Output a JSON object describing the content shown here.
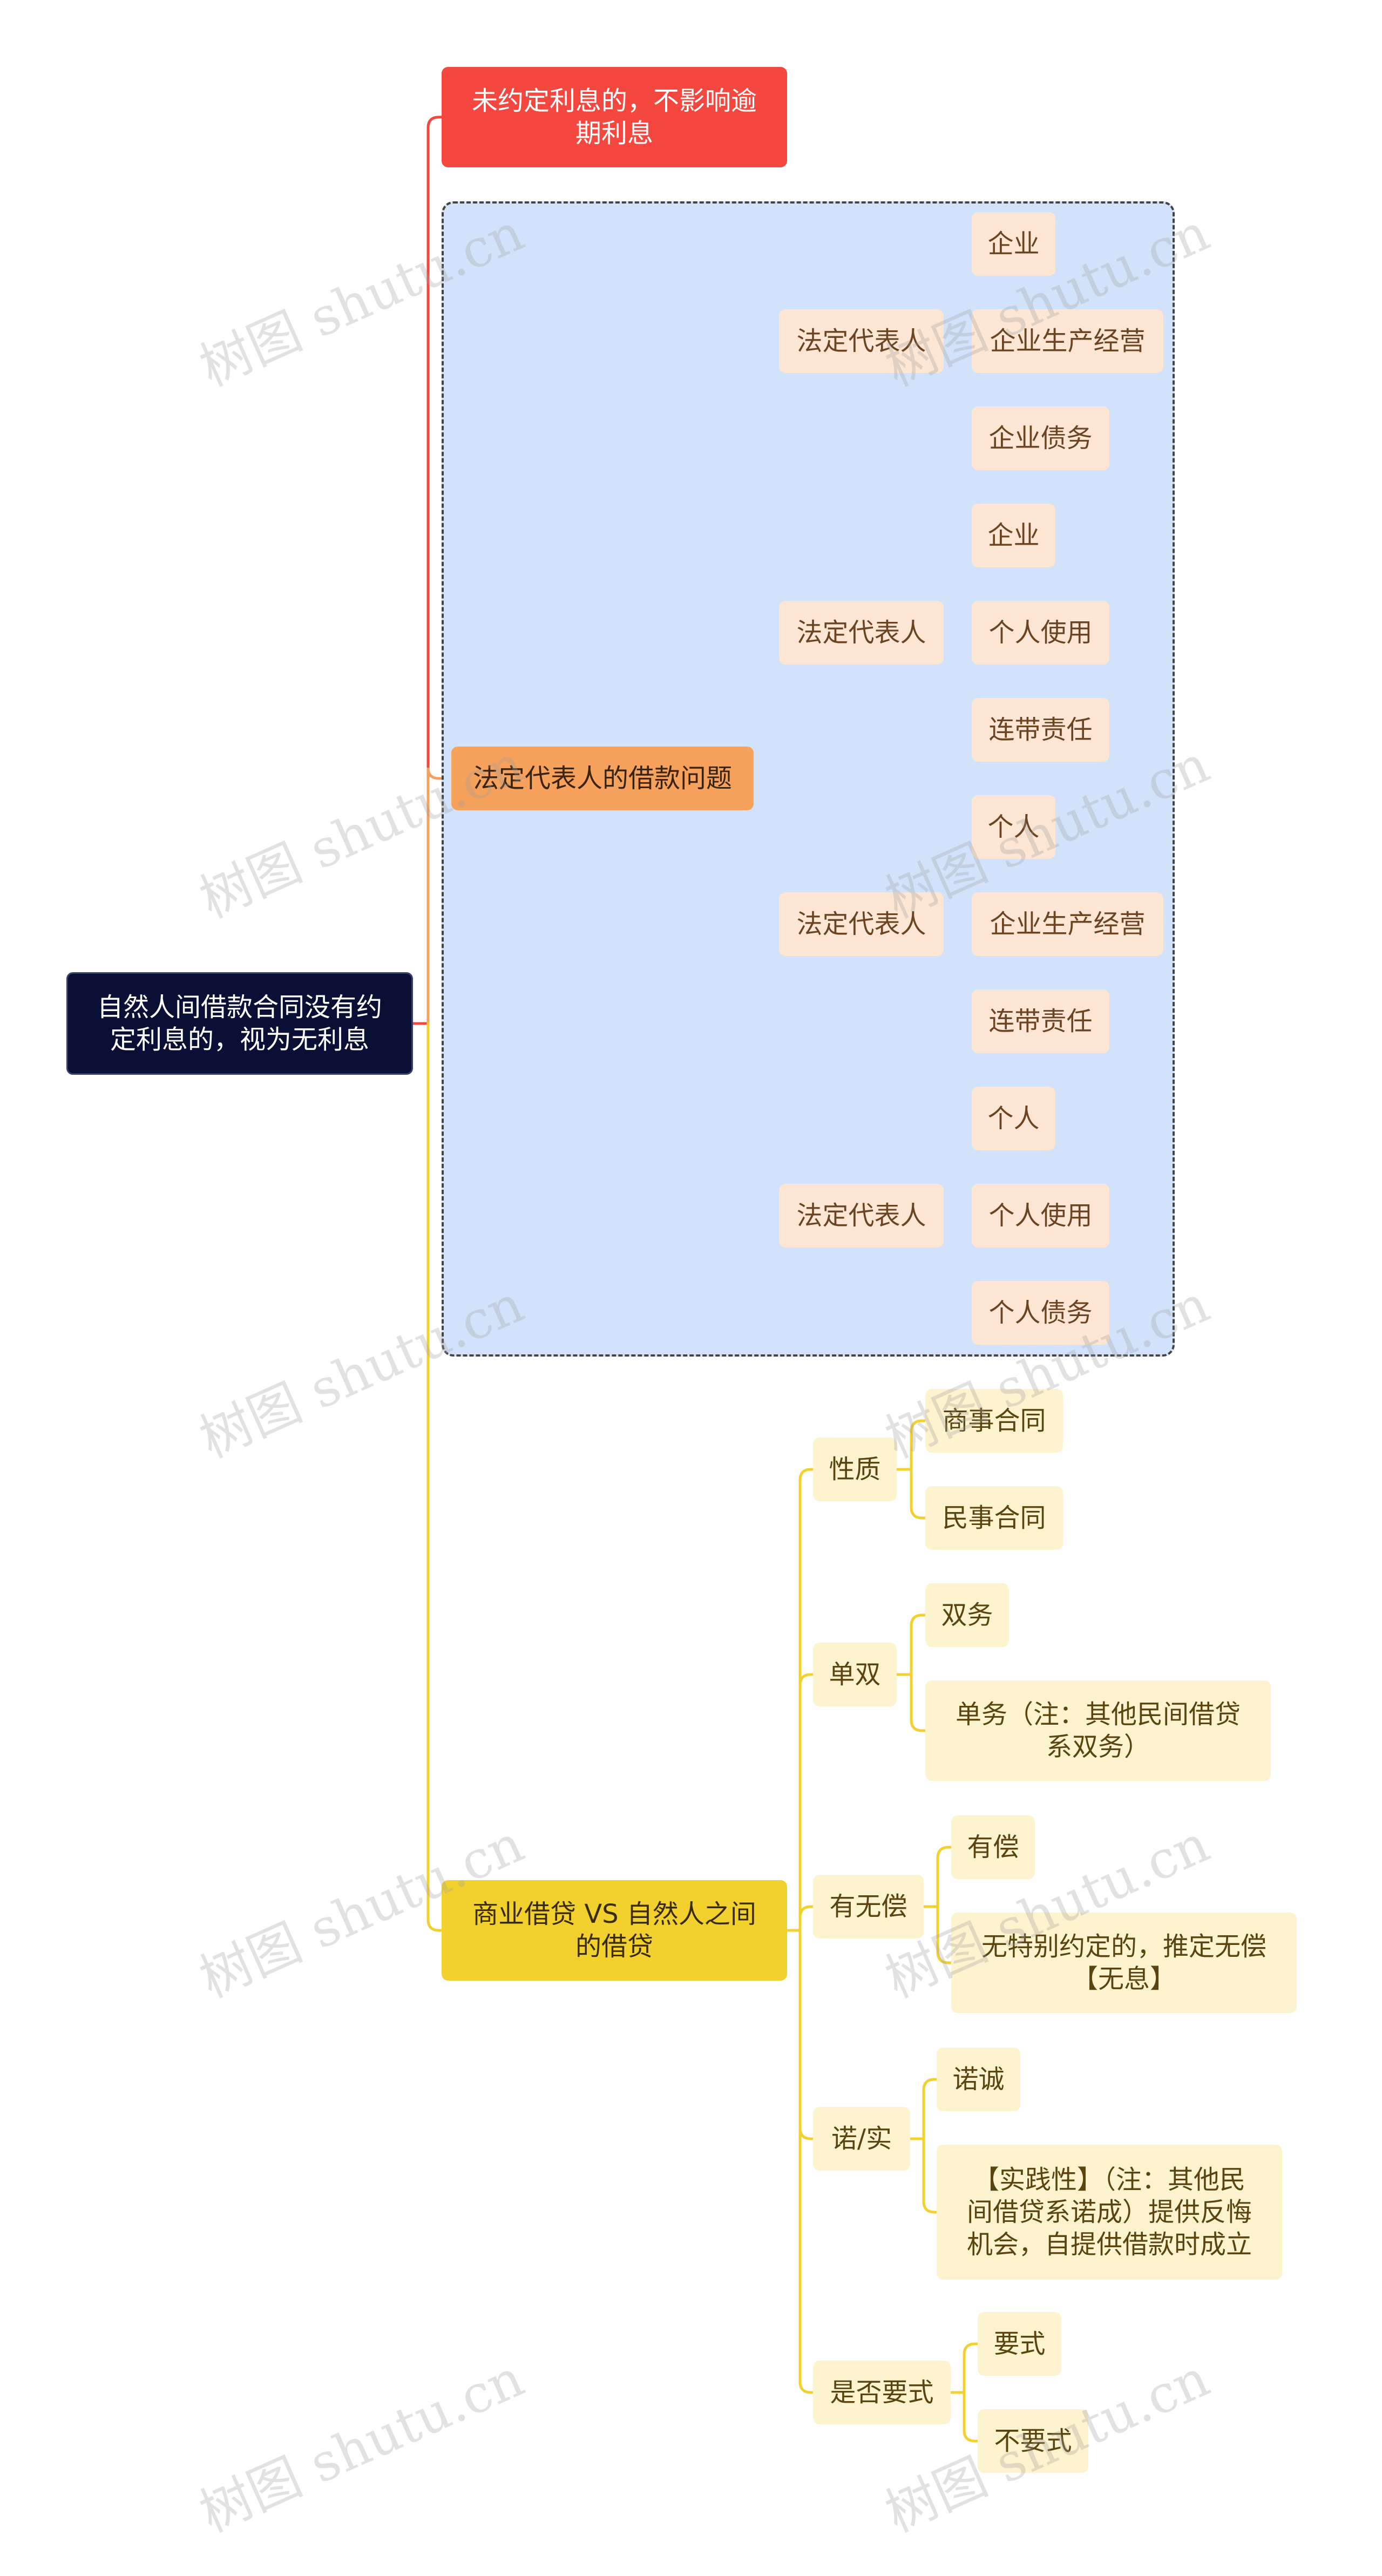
{
  "colors": {
    "root": "#0a0f35",
    "red_branch": "#f4473f",
    "orange_branch": "#f6a15c",
    "peach_leaf": "#fde6d4",
    "yellow_branch": "#f2d12f",
    "cream_leaf": "#fdf3cf",
    "group_background": "#d3e2fb"
  },
  "watermark": "树图 shutu.cn",
  "root": {
    "text": "自然人间借款合同没有约\n定利息的，视为无利息"
  },
  "branch_interest": {
    "text": "未约定利息的，不影响逾\n期利息"
  },
  "branch_legal_rep": {
    "text": "法定代表人的借款问题",
    "groups": [
      {
        "label": "法定代表人",
        "items": [
          "企业",
          "企业生产经营",
          "企业债务"
        ]
      },
      {
        "label": "法定代表人",
        "items": [
          "企业",
          "个人使用",
          "连带责任"
        ]
      },
      {
        "label": "法定代表人",
        "items": [
          "个人",
          "企业生产经营",
          "连带责任"
        ]
      },
      {
        "label": "法定代表人",
        "items": [
          "个人",
          "个人使用",
          "个人债务"
        ]
      }
    ]
  },
  "branch_compare": {
    "text": "商业借贷  VS  自然人之间\n的借贷",
    "groups": [
      {
        "label": "性质",
        "items": [
          "商事合同",
          "民事合同"
        ]
      },
      {
        "label": "单双",
        "items": [
          "双务",
          "单务（注：其他民间借贷\n系双务）"
        ]
      },
      {
        "label": "有无偿",
        "items": [
          "有偿",
          "无特别约定的，推定无偿\n【无息】"
        ]
      },
      {
        "label": "诺/实",
        "items": [
          "诺诚",
          "【实践性】（注：其他民\n间借贷系诺成）提供反悔\n机会，自提供借款时成立"
        ]
      },
      {
        "label": "是否要式",
        "items": [
          "要式",
          "不要式"
        ]
      }
    ]
  }
}
